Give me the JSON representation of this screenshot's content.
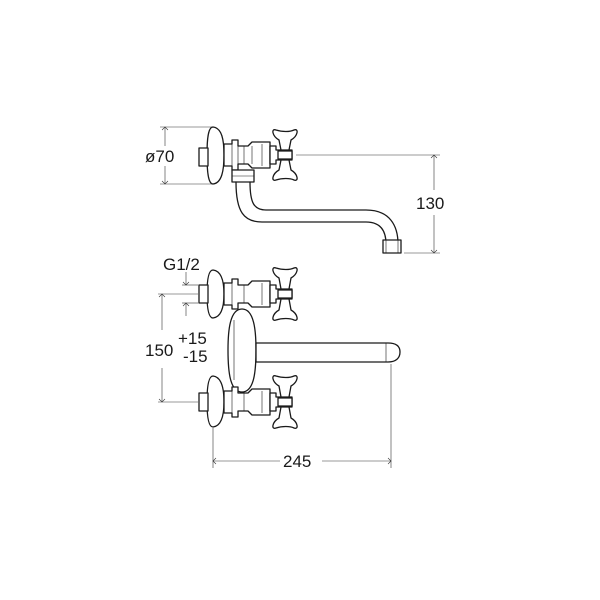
{
  "dimensions": {
    "rosette_diameter": "ø70",
    "spout_height": "130",
    "thread_size": "G1/2",
    "center_distance": "150",
    "tolerance_plus": "+15",
    "tolerance_minus": "-15",
    "spout_reach": "245"
  }
}
